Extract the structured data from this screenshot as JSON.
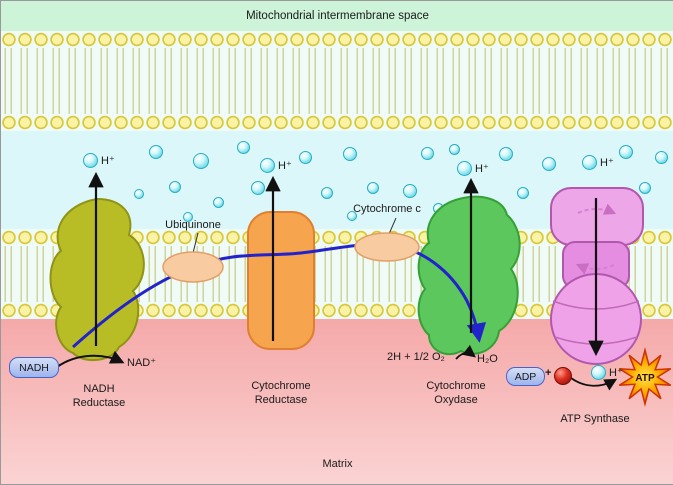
{
  "header": {
    "title": "Mitochondrial intermembrane space"
  },
  "labels": {
    "matrix": "Matrix",
    "nadh_reductase": "NADH\nReductase",
    "cytochrome_reductase": "Cytochrome\nReductase",
    "cytochrome_oxydase": "Cytochrome\nOxydase",
    "atp_synthase": "ATP Synthase",
    "ubiquinone": "Ubiquinone",
    "cytochrome_c": "Cytochrome c"
  },
  "molecules": {
    "nadh": "NADH",
    "nad_plus": "NAD⁺",
    "h_plus": "H⁺",
    "oxygen_reaction": "2H + 1/2 O₂",
    "water": "H₂O",
    "adp": "ADP",
    "plus_sign": "+",
    "atp": "ATP"
  },
  "colors": {
    "top_band": "#cdf3d9",
    "intermembrane_space": "#dcf7fa",
    "matrix": "#f6aeae",
    "lipid_head": "#faf3a6",
    "nadh_reductase": "#b9bd25",
    "cytochrome_reductase": "#f7a44e",
    "cytochrome_oxydase": "#5cc75c",
    "atp_synthase": "#ef9ce6",
    "electron_path": "#2323cc",
    "atp_star": "#f59000",
    "proton_bubble": "#7ee0ec",
    "phosphate_ball": "#e03222"
  }
}
